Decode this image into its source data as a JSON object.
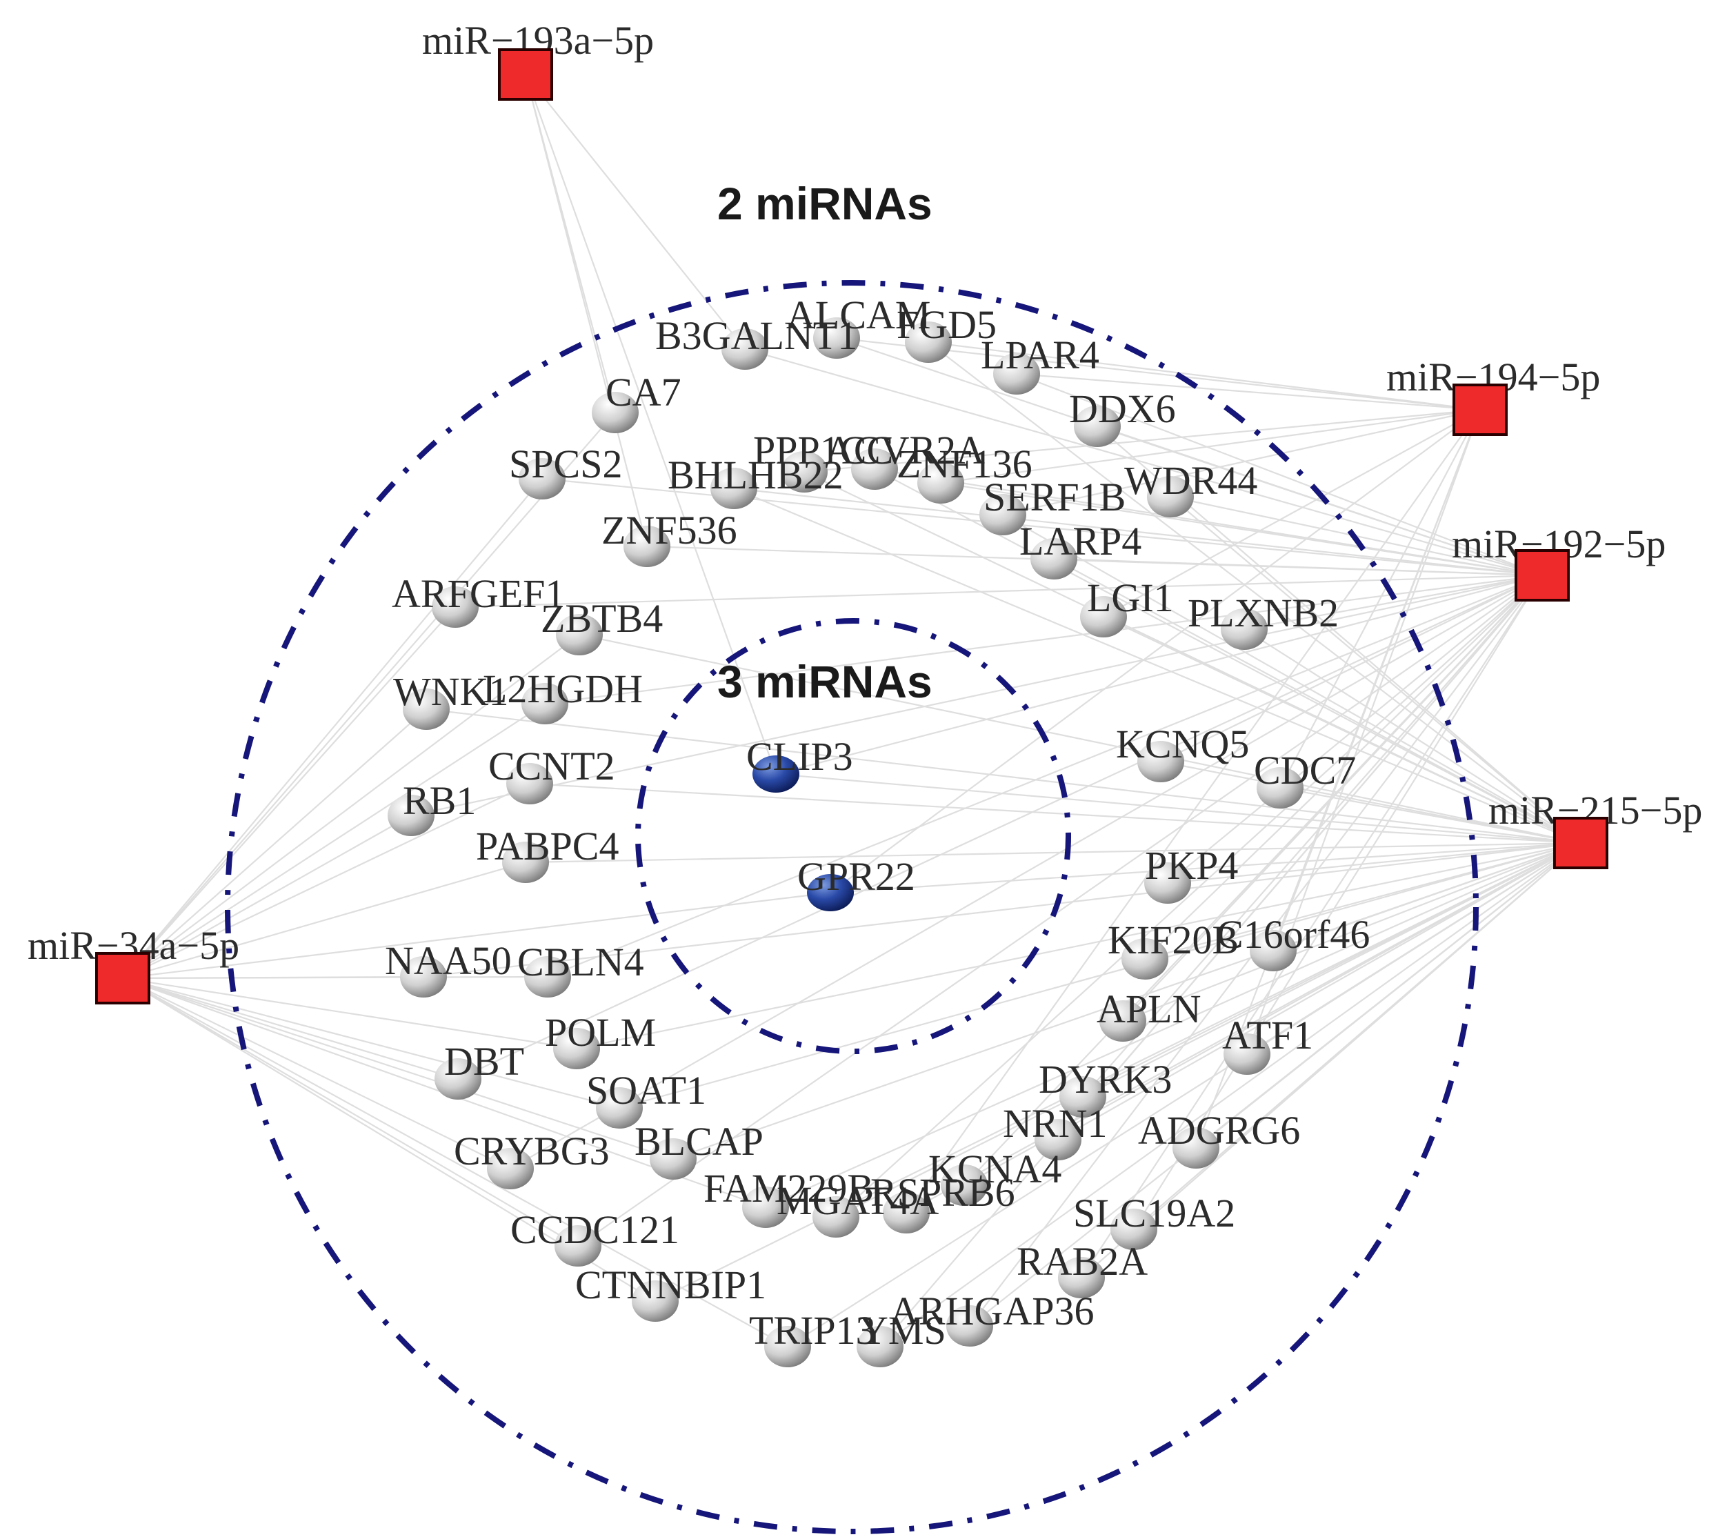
{
  "group_labels": {
    "outer": "2 miRNAs",
    "inner": "3 miRNAs"
  },
  "colors": {
    "mirna_fill": "#ef2a2a",
    "gene_2_mirna": "#c8c8c8",
    "gene_3_mirna": "#1f3c9a",
    "ring": "#15157a",
    "edge": "#dedede"
  },
  "mirnas": [
    "miR-193a-5p",
    "miR-194-5p",
    "miR-192-5p",
    "miR-215-5p",
    "miR-34a-5p"
  ],
  "genes_3_mirnas": [
    "CLIP3",
    "GPR22"
  ],
  "genes_2_mirnas": [
    "ALCAM",
    "FGD5",
    "B3GALNT1",
    "LPAR4",
    "DDX6",
    "CA7",
    "SPCS2",
    "PPP1CC",
    "ACVR2A",
    "ZNF136",
    "BHLHB22",
    "SERF1B",
    "WDR44",
    "ZNF536",
    "LARP4",
    "ARFGEF1",
    "ZBTB4",
    "LGI1",
    "PLXNB2",
    "WNK1",
    "L2HGDH",
    "KCNQ5",
    "CDC7",
    "CCNT2",
    "RB1",
    "PABPC4",
    "PKP4",
    "NAA50",
    "CBLN4",
    "KIF20B",
    "C16orf46",
    "APLN",
    "ATF1",
    "POLM",
    "DBT",
    "DYRK3",
    "SOAT1",
    "NRN1",
    "ADGRG6",
    "CRYBG3",
    "BLCAP",
    "KCNA4",
    "FAM229B",
    "MGAT4A",
    "RSPRB6",
    "SLC19A2",
    "CCDC121",
    "RAB2A",
    "CTNNBIP1",
    "ARHGAP36",
    "TRIP13",
    "YMS"
  ]
}
